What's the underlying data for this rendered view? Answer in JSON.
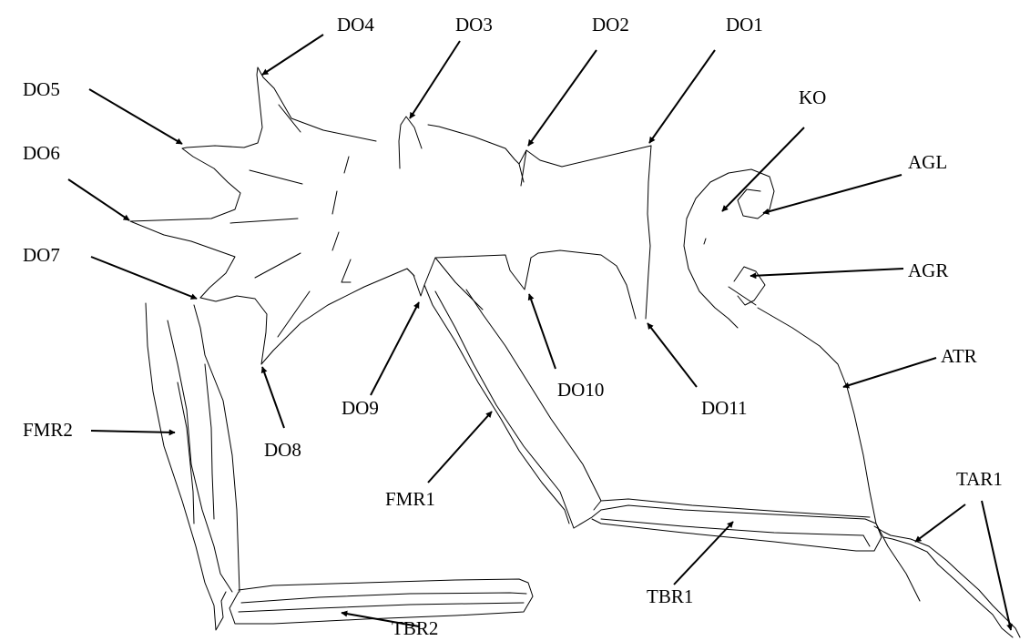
{
  "labels": {
    "do1": "DO1",
    "do2": "DO2",
    "do3": "DO3",
    "do4": "DO4",
    "do5": "DO5",
    "do6": "DO6",
    "do7": "DO7",
    "do8": "DO8",
    "do9": "DO9",
    "do10": "DO10",
    "do11": "DO11",
    "ko": "KO",
    "agl": "AGL",
    "agr": "AGR",
    "atr": "ATR",
    "tar1": "TAR1",
    "tbr1": "TBR1",
    "tbr2": "TBR2",
    "fmr1": "FMR1",
    "fmr2": "FMR2"
  },
  "colors": {
    "ink": "#000000",
    "background": "#ffffff"
  }
}
